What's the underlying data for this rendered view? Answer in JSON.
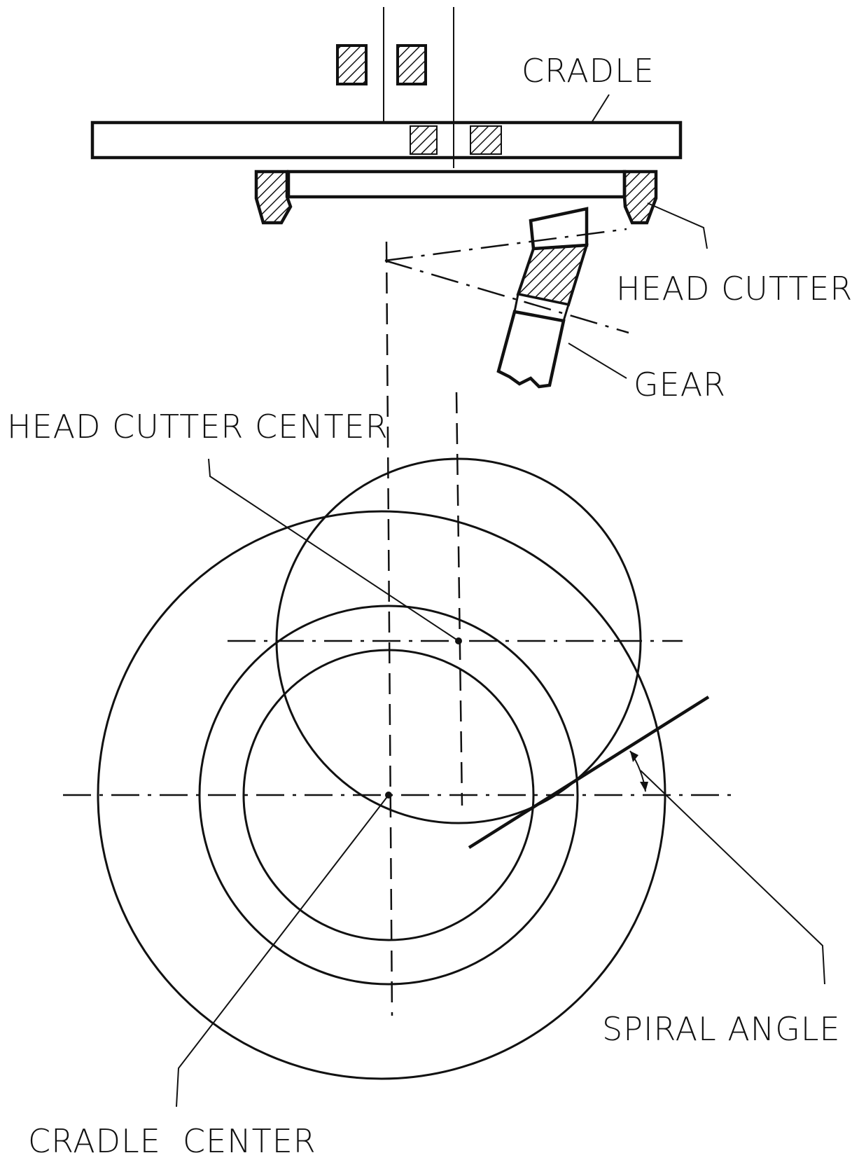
{
  "labels": {
    "cradle": "CRADLE",
    "head_cutter": "HEAD CUTTER",
    "gear": "GEAR",
    "head_cutter_center": "HEAD CUTTER CENTER",
    "spiral_angle": "SPIRAL ANGLE",
    "cradle_center": "CRADLE  CENTER"
  }
}
